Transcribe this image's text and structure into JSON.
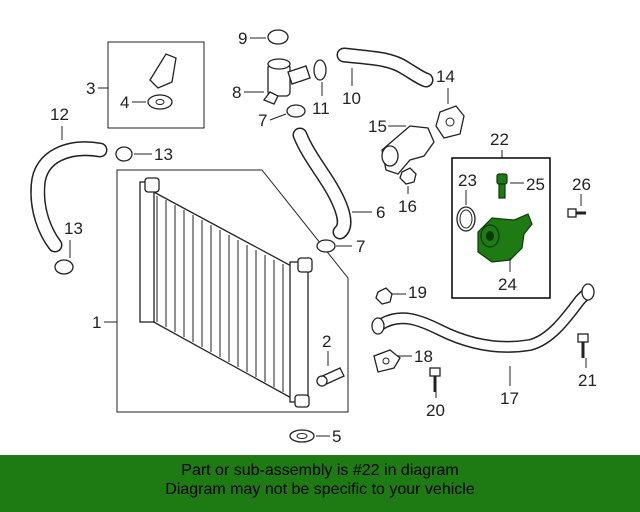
{
  "diagram": {
    "callouts": {
      "c1": "1",
      "c2": "2",
      "c3": "3",
      "c4": "4",
      "c5": "5",
      "c6": "6",
      "c7a": "7",
      "c7b": "7",
      "c8": "8",
      "c9": "9",
      "c10": "10",
      "c11": "11",
      "c12": "12",
      "c13a": "13",
      "c13b": "13",
      "c14": "14",
      "c15": "15",
      "c16": "16",
      "c17": "17",
      "c18": "18",
      "c19": "19",
      "c20": "20",
      "c21": "21",
      "c22": "22",
      "c23": "23",
      "c24": "24",
      "c25": "25",
      "c26": "26"
    },
    "highlight_color": "#1e7a12"
  },
  "footer": {
    "line1": "Part or sub-assembly is #22 in diagram",
    "line2": "Diagram may not be specific to your vehicle"
  }
}
